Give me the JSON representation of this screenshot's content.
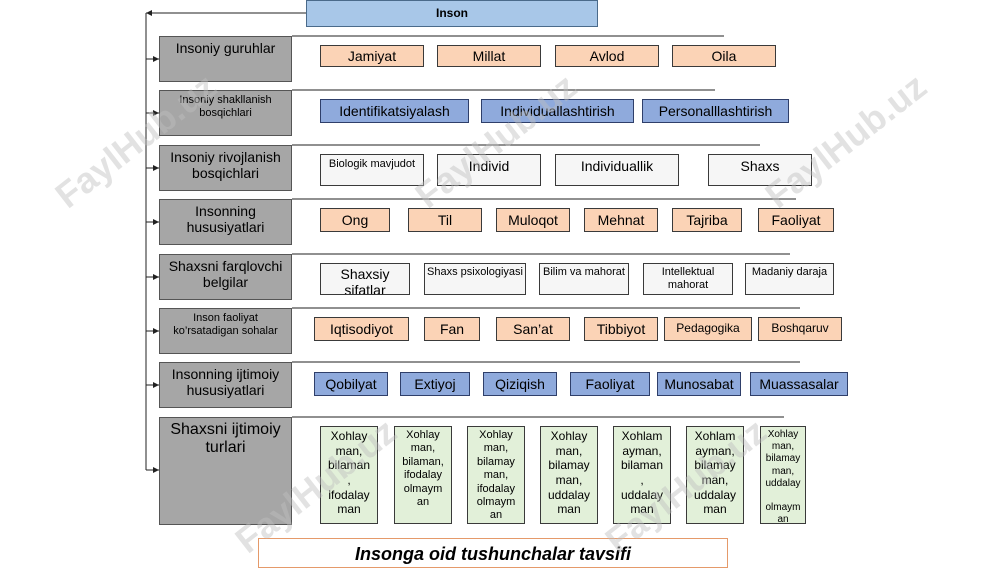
{
  "title": "Inson",
  "caption": "Insonga oid tushunchalar tavsifi",
  "watermark": "FaylHub.uz",
  "categories": [
    {
      "label": "Insoniy guruhlar",
      "items": [
        "Jamiyat",
        "Millat",
        "Avlod",
        "Oila"
      ]
    },
    {
      "label": "Insoniy shakllanish bosqichlari",
      "items": [
        "Identifikatsiyalash",
        "Individuallashtirish",
        "Personalllashtirish"
      ]
    },
    {
      "label": "Insoniy rivojlanish bosqichlari",
      "items": [
        "Biologik mavjudot",
        "Individ",
        "Individuallik",
        "Shaxs"
      ]
    },
    {
      "label": "Insonning hususiyatlari",
      "items": [
        "Ong",
        "Til",
        "Muloqot",
        "Mehnat",
        "Tajriba",
        "Faoliyat"
      ]
    },
    {
      "label": "Shaxsni farqlovchi belgilar",
      "items": [
        "Shaxsiy sifatlar",
        "Shaxs psixologiyasi",
        "Bilim va mahorat",
        "Intellektual mahorat",
        "Madaniy daraja"
      ]
    },
    {
      "label": "Inson faoliyat ko’rsatadigan sohalar",
      "items": [
        "Iqtisodiyot",
        "Fan",
        "San’at",
        "Tibbiyot",
        "Pedagogika",
        "Boshqaruv"
      ]
    },
    {
      "label": "Insonning ijtimoiy hususiyatlari",
      "items": [
        "Qobilyat",
        "Extiyoj",
        "Qiziqish",
        "Faoliyat",
        "Munosabat",
        "Muassasalar"
      ]
    },
    {
      "label": "Shaxsni ijtimoiy turlari",
      "items": [
        "Xohlay\nman,\nbilaman\n,\nifodalay\nman",
        "Xohlay\nman,\nbilaman,\nifodalay\nolmaym\nan",
        "Xohlay\nman,\nbilamay\nman,\nifodalay\nolmaym\nan",
        "Xohlay\nman,\nbilamay\nman,\nuddalay\nman",
        "Xohlam\nayman,\nbilaman\n,\nuddalay\nman",
        "Xohlam\nayman,\nbilamay\nman,\nuddalay\nman",
        "Xohlay\nman,\nbilamay\nman,\nuddalay\n\nolmaym\nan"
      ]
    }
  ],
  "colors": {
    "top": "#a8c7e8",
    "category": "#a6a6a6",
    "peach": "#fbd3b6",
    "blue": "#8faadc",
    "white": "#f6f6f6",
    "green": "#e2f0d9"
  }
}
